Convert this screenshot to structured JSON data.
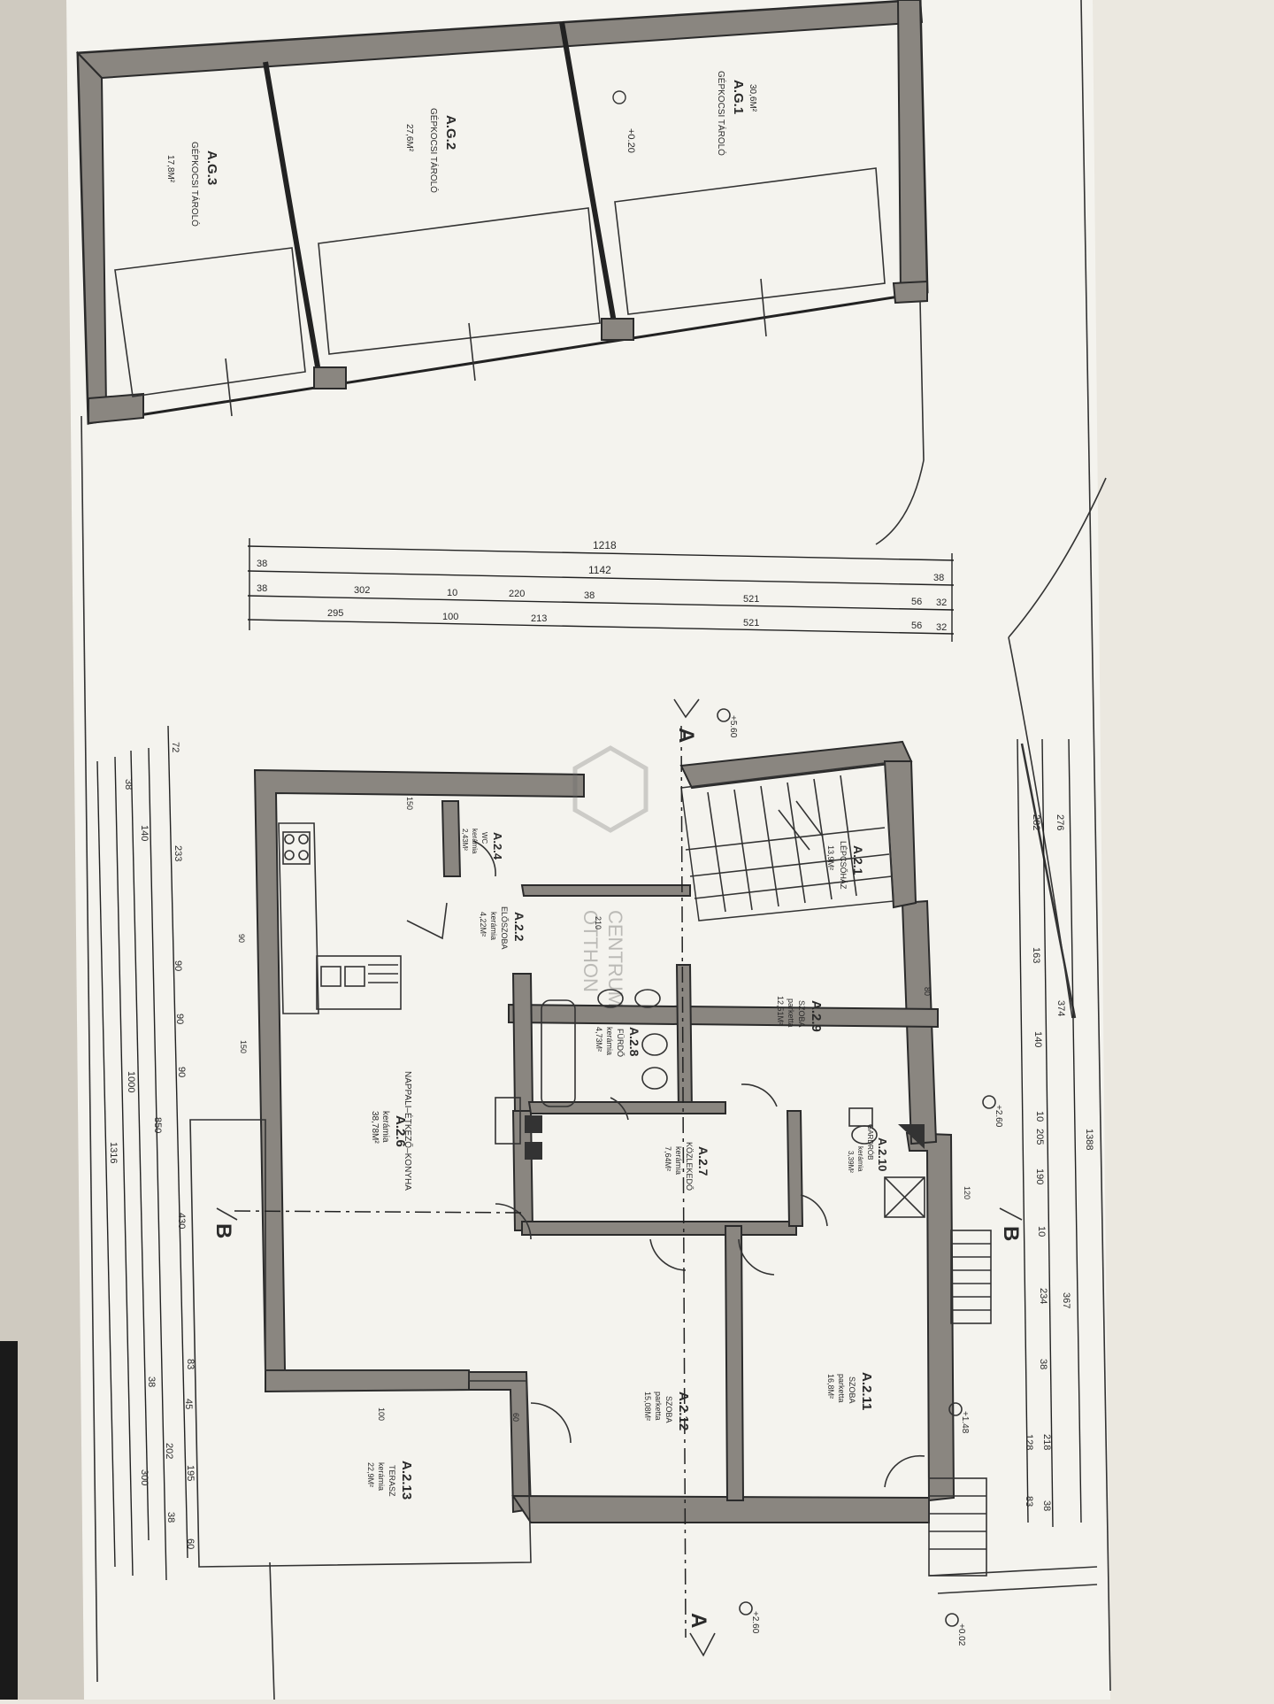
{
  "watermark": {
    "line1": "OTTHON",
    "line2": "CENTRUM"
  },
  "garage": {
    "rooms": [
      {
        "code": "A.G.1",
        "name": "GÉPKOCSI TÁROLÓ",
        "area": "30,6M²"
      },
      {
        "code": "A.G.2",
        "name": "GÉPKOCSI TÁROLÓ",
        "area": "27,6M²"
      },
      {
        "code": "A.G.3",
        "name": "GÉPKOCSI TÁROLÓ",
        "area": "17,8M²"
      }
    ],
    "level": "+0.20"
  },
  "top_dimensions": [
    [
      "1218"
    ],
    [
      "38",
      "1142",
      "38"
    ],
    [
      "38",
      "302",
      "10",
      "220",
      "38",
      "521",
      "56",
      "32"
    ],
    [
      "295",
      "100",
      "213",
      "521",
      "56",
      "32"
    ]
  ],
  "left_dimensions": [
    "72",
    "38",
    "140",
    "233",
    "90",
    "90",
    "90",
    "1000",
    "850",
    "1316",
    "430",
    "83",
    "38",
    "45",
    "202",
    "195",
    "300",
    "38",
    "60"
  ],
  "right_dimensions": [
    "276",
    "282",
    "163",
    "374",
    "140",
    "10",
    "205",
    "190",
    "1388",
    "10",
    "234",
    "367",
    "38",
    "128",
    "218",
    "83",
    "38"
  ],
  "rooms": [
    {
      "code": "A.2.1",
      "name": "LÉPCSŐHÁZ",
      "area": "13,9M²"
    },
    {
      "code": "A.2.2",
      "name": "ELŐSZOBA",
      "floor": "kerámia",
      "area": "4,22M²"
    },
    {
      "code": "A.2.4",
      "name": "WC",
      "floor": "kerámia",
      "area": "2,43M²"
    },
    {
      "code": "A.2.6",
      "name": "NAPPALI–ÉTKEZŐ–KONYHA",
      "floor": "kerámia",
      "area": "38,78M²"
    },
    {
      "code": "A.2.7",
      "name": "KÖZLEKEDŐ",
      "floor": "kerámia",
      "area": "7,64M²"
    },
    {
      "code": "A.2.8",
      "name": "FÜRDŐ",
      "floor": "kerámia",
      "area": "4,73M²"
    },
    {
      "code": "A.2.9",
      "name": "SZOBA",
      "floor": "parketta",
      "area": "12,51M²"
    },
    {
      "code": "A.2.10",
      "name": "GARDRÓB",
      "floor": "kerámia",
      "area": "3,39M²"
    },
    {
      "code": "A.2.11",
      "name": "SZOBA",
      "floor": "parketta",
      "area": "16,8M²"
    },
    {
      "code": "A.2.12",
      "name": "SZOBA",
      "floor": "parketta",
      "area": "15,08M²"
    },
    {
      "code": "A.2.13",
      "name": "TERASZ",
      "floor": "kerámia",
      "area": "22,9M²"
    }
  ],
  "sections": {
    "a": "A",
    "b": "B"
  },
  "levels": [
    "+5.60",
    "+2.60",
    "+1.48",
    "+2.60",
    "+0.02"
  ],
  "openings": [
    "150",
    "90",
    "210",
    "80",
    "150",
    "100",
    "120",
    "60"
  ]
}
